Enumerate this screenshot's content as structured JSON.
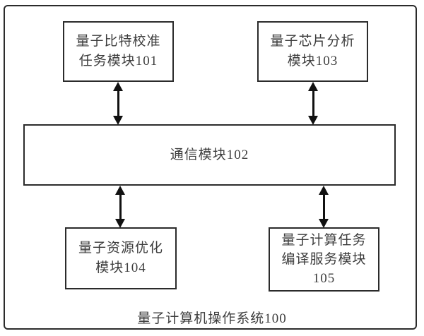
{
  "diagram": {
    "title": "量子计算机操作系统100",
    "modules": {
      "qubit_calibration": {
        "id": "101",
        "line1": "量子比特校准",
        "line2": "任务模块101"
      },
      "communication": {
        "id": "102",
        "line1": "通信模块102"
      },
      "chip_analysis": {
        "id": "103",
        "line1": "量子芯片分析",
        "line2": "模块103"
      },
      "resource_optimization": {
        "id": "104",
        "line1": "量子资源优化",
        "line2": "模块104"
      },
      "task_compilation": {
        "id": "105",
        "line1": "量子计算任务",
        "line2": "编译服务模块",
        "line3": "105"
      }
    },
    "connections": [
      {
        "from": "qubit_calibration",
        "to": "communication",
        "type": "bidirectional"
      },
      {
        "from": "chip_analysis",
        "to": "communication",
        "type": "bidirectional"
      },
      {
        "from": "communication",
        "to": "resource_optimization",
        "type": "bidirectional"
      },
      {
        "from": "communication",
        "to": "task_compilation",
        "type": "bidirectional"
      }
    ],
    "colors": {
      "line": "#2b2b2b",
      "text": "#3d3d3d",
      "background": "#ffffff"
    }
  }
}
